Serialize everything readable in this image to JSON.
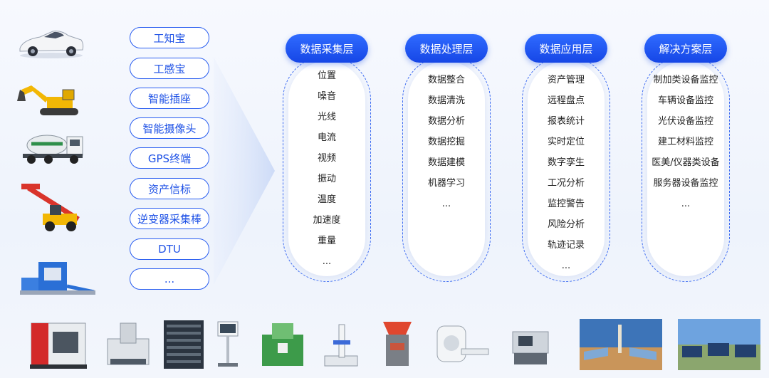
{
  "devices": [
    "工知宝",
    "工感宝",
    "智能插座",
    "智能摄像头",
    "GPS终端",
    "资产信标",
    "逆变器采集棒",
    "DTU",
    "..."
  ],
  "layers": [
    {
      "title": "数据采集层",
      "items": [
        "位置",
        "噪音",
        "光线",
        "电流",
        "视频",
        "振动",
        "温度",
        "加速度",
        "重量",
        "..."
      ]
    },
    {
      "title": "数据处理层",
      "items": [
        "数据整合",
        "数据清洗",
        "数据分析",
        "数据挖掘",
        "数据建模",
        "机器学习",
        "..."
      ]
    },
    {
      "title": "数据应用层",
      "items": [
        "资产管理",
        "远程盘点",
        "报表统计",
        "实时定位",
        "数字孪生",
        "工况分析",
        "监控警告",
        "风险分析",
        "轨迹记录",
        "..."
      ]
    },
    {
      "title": "解决方案层",
      "items": [
        "制加类设备监控",
        "车辆设备监控",
        "光伏设备监控",
        "建工材料监控",
        "医美/仪器类设备",
        "服务器设备监控",
        "..."
      ]
    }
  ],
  "colors": {
    "accent": "#1f52e6",
    "header": "#1646e6",
    "dash": "#3d6cf2"
  }
}
